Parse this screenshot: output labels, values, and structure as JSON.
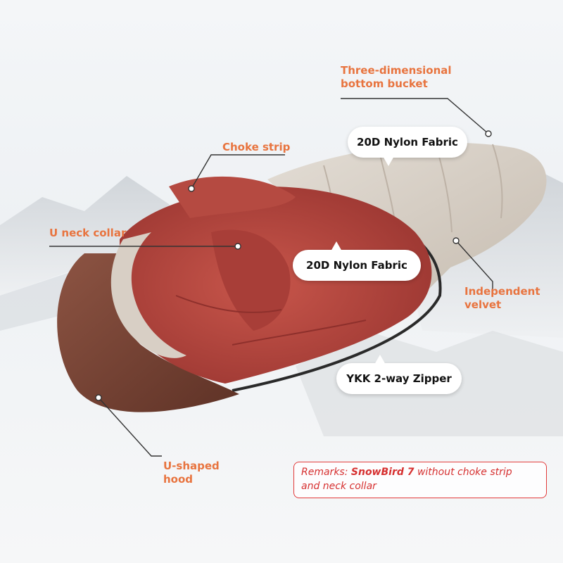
{
  "labels": {
    "bottom_bucket_line1": "Three-dimensional",
    "bottom_bucket_line2": "bottom bucket",
    "choke_strip": "Choke strip",
    "u_neck_collar": "U neck collar",
    "independent_velvet_line1": "Independent",
    "independent_velvet_line2": "velvet",
    "u_shaped_hood_line1": "U-shaped",
    "u_shaped_hood_line2": "hood"
  },
  "bubbles": {
    "outer_fabric": "20D Nylon Fabric",
    "inner_fabric": "20D Nylon Fabric",
    "zipper": "YKK 2-way Zipper"
  },
  "remark": {
    "prefix": "Remarks: ",
    "model": "SnowBird 7",
    "line1_rest": " without choke strip",
    "line2": "and neck collar"
  },
  "colors": {
    "label_orange": "#e8743f",
    "remark_red": "#d63030",
    "shell_beige": "#d3cbc1",
    "hood_brown": "#7b4535",
    "lining_red": "#b0433c"
  }
}
